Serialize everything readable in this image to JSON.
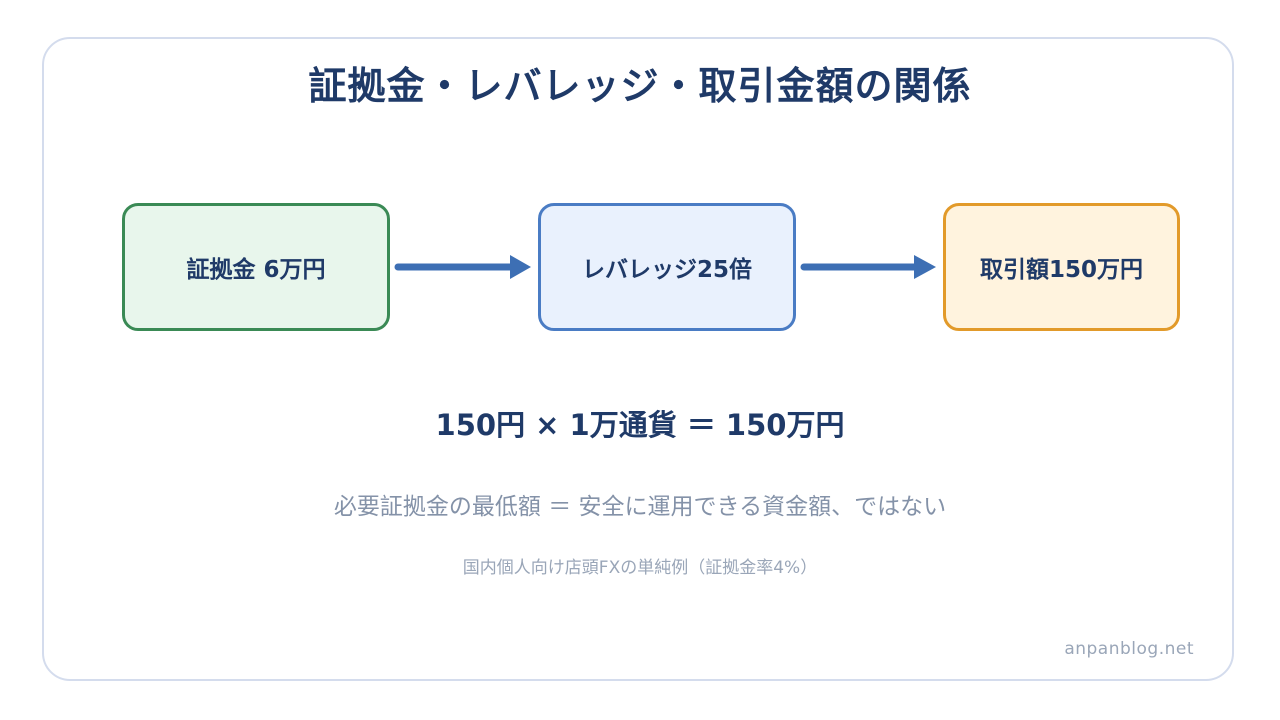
{
  "title": "証拠金・レバレッジ・取引金額の関係",
  "flow": {
    "nodes": [
      {
        "label": "証拠金 6万円",
        "fill": "#e8f6ec",
        "border": "#3a8a55"
      },
      {
        "label": "レバレッジ25倍",
        "fill": "#e9f1fd",
        "border": "#4a7cc4"
      },
      {
        "label": "取引額150万円",
        "fill": "#fff3de",
        "border": "#e29a2a"
      }
    ],
    "arrow_color": "#3d6fb4"
  },
  "formula": "150円 × 1万通貨 ＝ 150万円",
  "note": "必要証拠金の最低額 ＝ 安全に運用できる資金額、ではない",
  "caption": "国内個人向け店頭FXの単純例（証拠金率4%）",
  "site": "anpanblog.net",
  "colors": {
    "title_text": "#1f3a68",
    "card_border": "#d4dced",
    "muted_text": "#8492a8"
  }
}
